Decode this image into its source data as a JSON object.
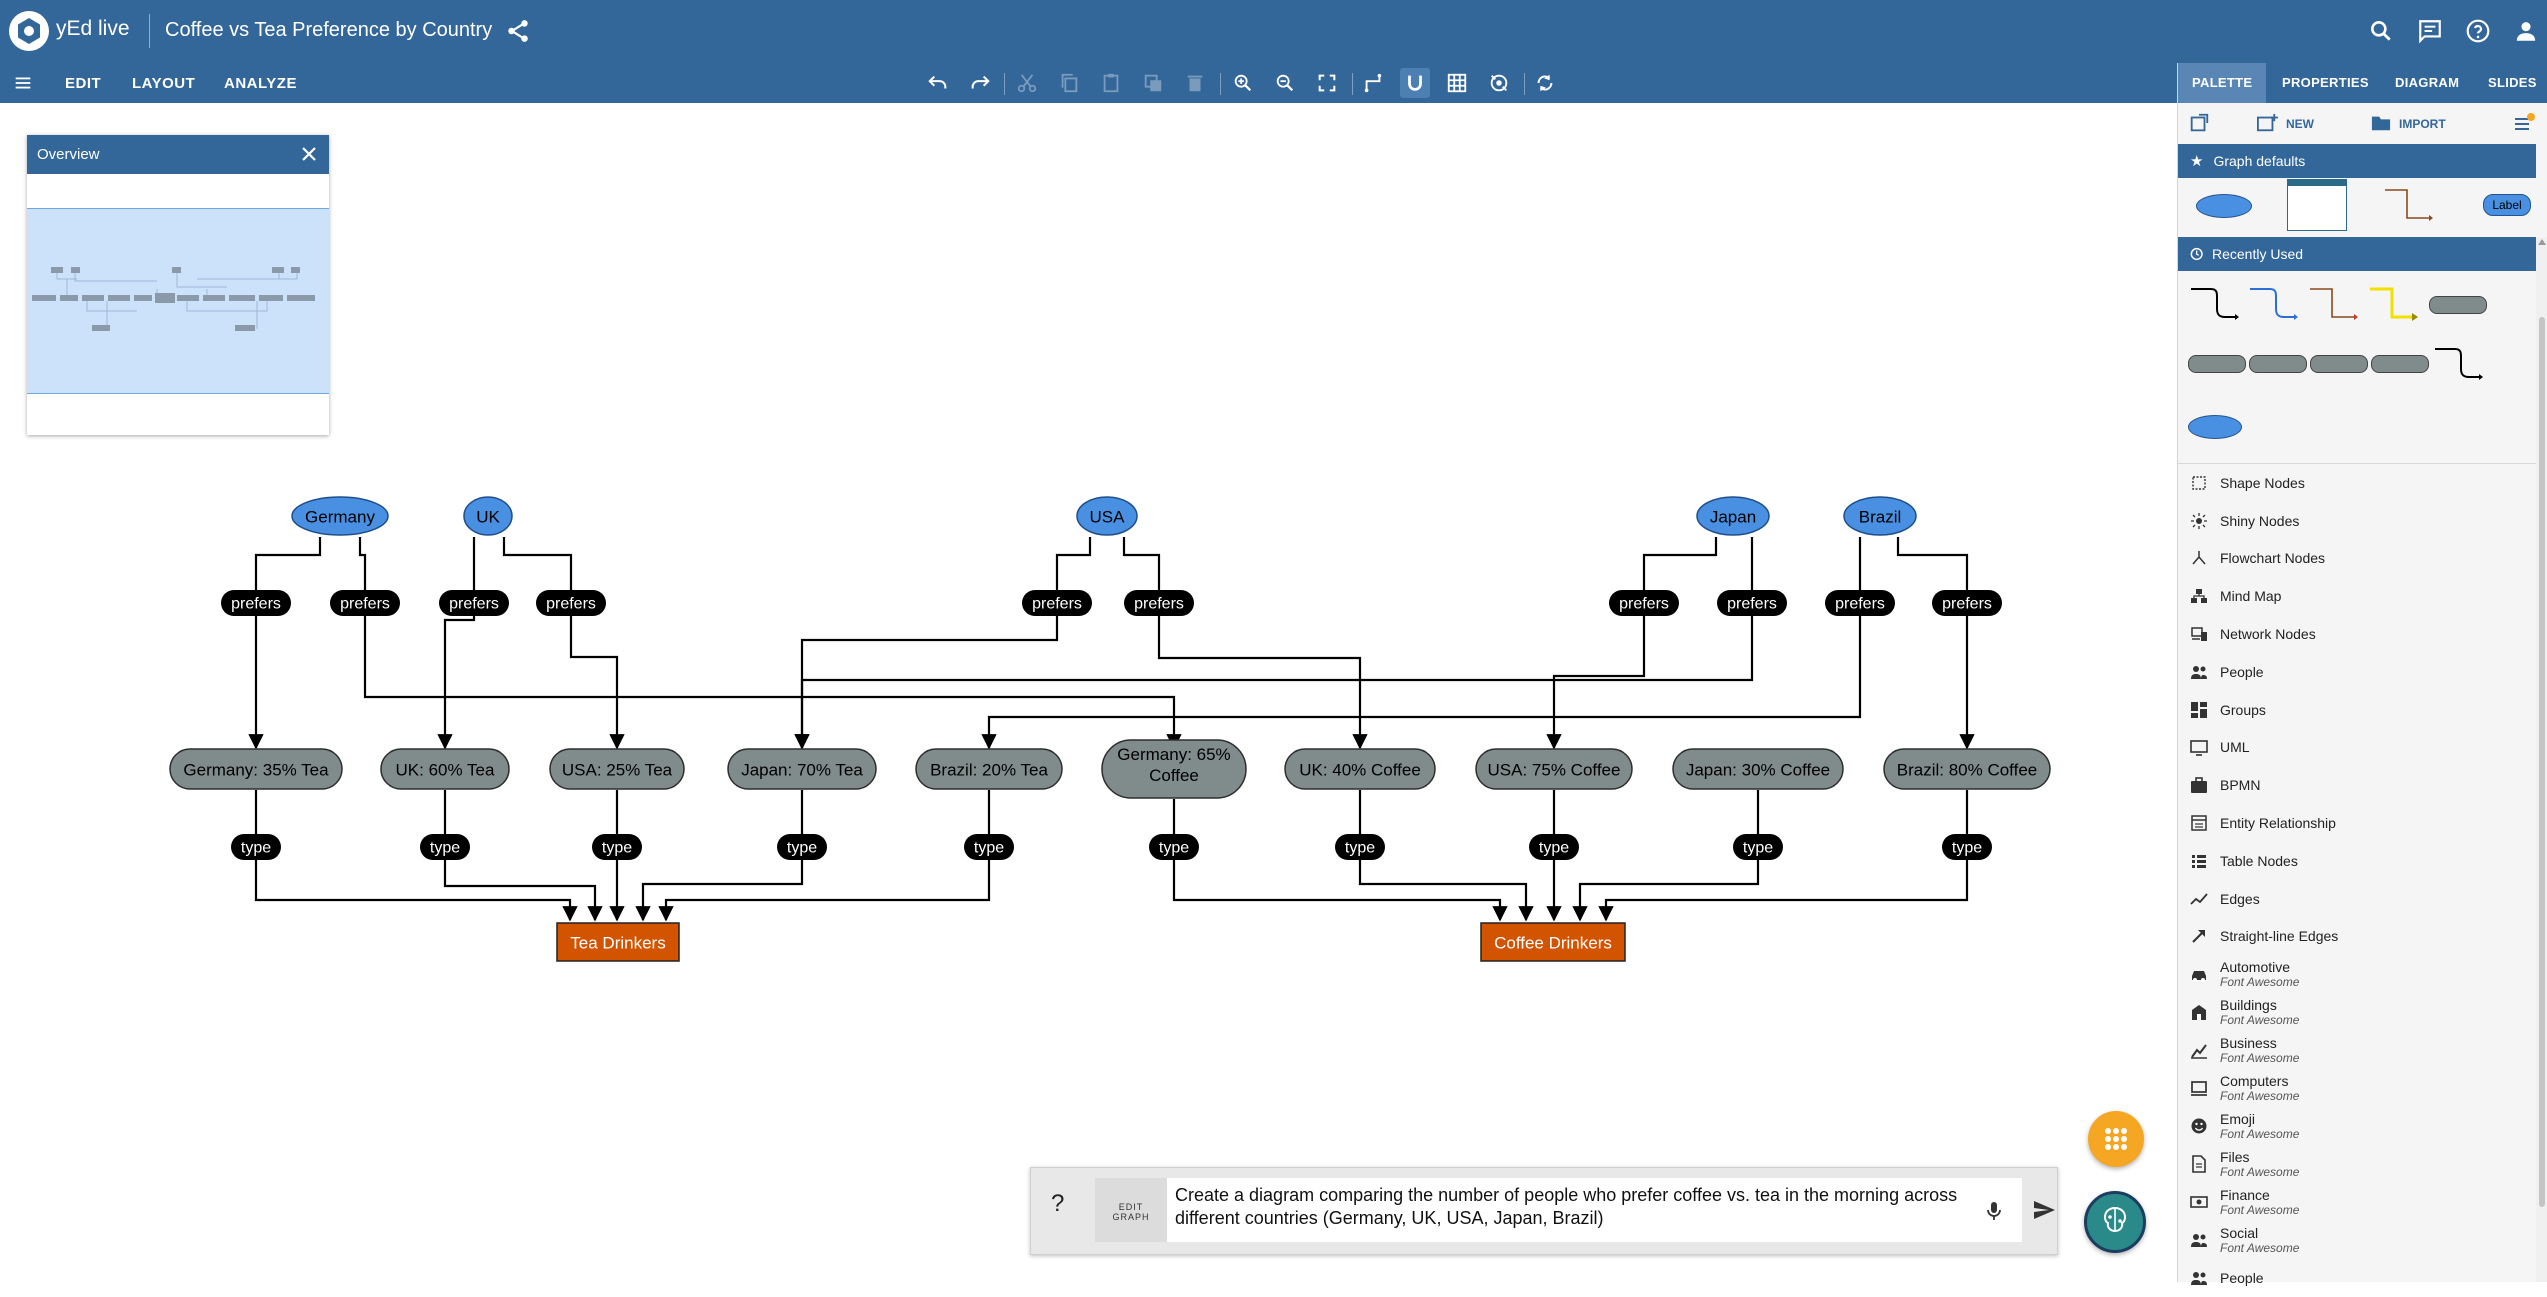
{
  "app": {
    "name": "yEd live",
    "document_title": "Coffee vs Tea Preference by Country"
  },
  "menu": {
    "items": [
      "EDIT",
      "LAYOUT",
      "ANALYZE"
    ]
  },
  "panel": {
    "tabs": [
      "PALETTE",
      "PROPERTIES",
      "DIAGRAM",
      "SLIDES"
    ],
    "actions": {
      "new_label": "NEW",
      "import_label": "IMPORT"
    },
    "graph_defaults": {
      "title": "Graph defaults",
      "label_chip": "Label"
    },
    "recently_used": {
      "title": "Recently Used"
    },
    "items": [
      {
        "label": "Shape Nodes",
        "sublabel": "",
        "icon": "shape-nodes-icon"
      },
      {
        "label": "Shiny Nodes",
        "sublabel": "",
        "icon": "shiny-nodes-icon"
      },
      {
        "label": "Flowchart Nodes",
        "sublabel": "",
        "icon": "flowchart-icon"
      },
      {
        "label": "Mind Map",
        "sublabel": "",
        "icon": "mind-map-icon"
      },
      {
        "label": "Network Nodes",
        "sublabel": "",
        "icon": "network-icon"
      },
      {
        "label": "People",
        "sublabel": "",
        "icon": "people-icon"
      },
      {
        "label": "Groups",
        "sublabel": "",
        "icon": "groups-icon"
      },
      {
        "label": "UML",
        "sublabel": "",
        "icon": "uml-icon"
      },
      {
        "label": "BPMN",
        "sublabel": "",
        "icon": "bpmn-icon"
      },
      {
        "label": "Entity Relationship",
        "sublabel": "",
        "icon": "entity-relationship-icon"
      },
      {
        "label": "Table Nodes",
        "sublabel": "",
        "icon": "table-icon"
      },
      {
        "label": "Edges",
        "sublabel": "",
        "icon": "edges-icon"
      },
      {
        "label": "Straight-line Edges",
        "sublabel": "",
        "icon": "straight-edges-icon"
      },
      {
        "label": "Automotive",
        "sublabel": "Font Awesome",
        "icon": "car-icon"
      },
      {
        "label": "Buildings",
        "sublabel": "Font Awesome",
        "icon": "building-icon"
      },
      {
        "label": "Business",
        "sublabel": "Font Awesome",
        "icon": "business-icon"
      },
      {
        "label": "Computers",
        "sublabel": "Font Awesome",
        "icon": "computer-icon"
      },
      {
        "label": "Emoji",
        "sublabel": "Font Awesome",
        "icon": "emoji-icon"
      },
      {
        "label": "Files",
        "sublabel": "Font Awesome",
        "icon": "file-icon"
      },
      {
        "label": "Finance",
        "sublabel": "Font Awesome",
        "icon": "finance-icon"
      },
      {
        "label": "Social",
        "sublabel": "Font Awesome",
        "icon": "social-icon"
      },
      {
        "label": "People",
        "sublabel": "",
        "icon": "people-icon"
      }
    ]
  },
  "overview": {
    "title": "Overview"
  },
  "graph": {
    "countries": [
      "Germany",
      "UK",
      "USA",
      "Japan",
      "Brazil"
    ],
    "edge_label_prefers": "prefers",
    "edge_label_type": "type",
    "preferences": [
      "Germany: 35% Tea",
      "UK: 60% Tea",
      "USA: 25% Tea",
      "Japan: 70% Tea",
      "Brazil: 20% Tea",
      "Germany: 65% Coffee",
      "UK: 40% Coffee",
      "USA: 75% Coffee",
      "Japan: 30% Coffee",
      "Brazil: 80% Coffee"
    ],
    "categories": [
      "Tea Drinkers",
      "Coffee Drinkers"
    ],
    "colors": {
      "country": "#4a90e2",
      "preference": "#808b8b",
      "category": "#d35400",
      "label_bg": "#000000"
    }
  },
  "prompt": {
    "help": "?",
    "mode_line1": "EDIT",
    "mode_line2": "GRAPH",
    "text": "Create a diagram comparing the number of people who prefer coffee vs. tea in the morning across different countries (Germany, UK, USA, Japan, Brazil)"
  }
}
